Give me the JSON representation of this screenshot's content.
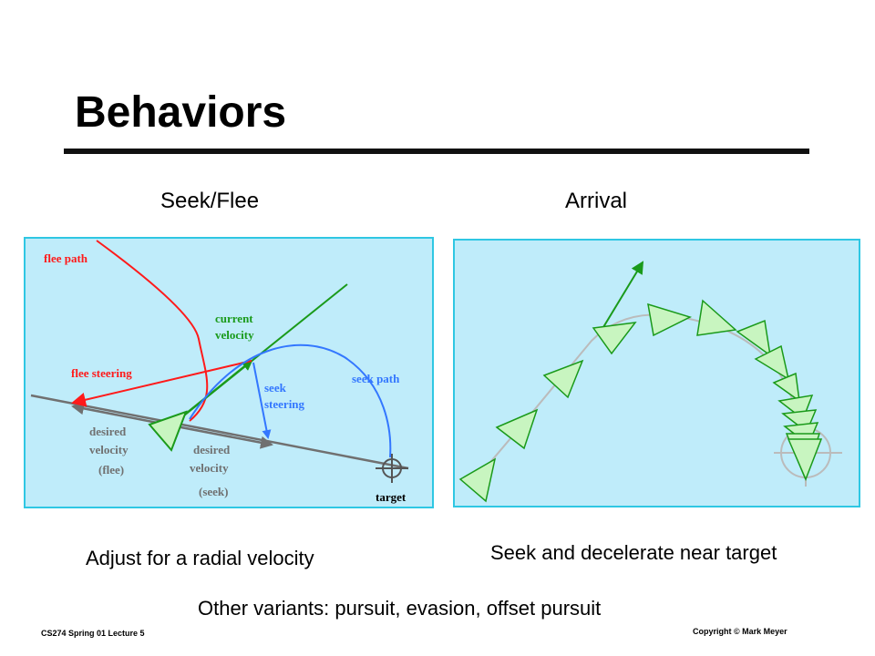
{
  "slide": {
    "title": "Behaviors",
    "seek_flee_label": "Seek/Flee",
    "arrival_label": "Arrival",
    "caption_left": "Adjust for a radial velocity",
    "caption_right": "Seek and decelerate near target",
    "footer_note": "Other variants: pursuit, evasion, offset pursuit",
    "footer_course": "CS274 Spring 01 Lecture 5",
    "footer_copyright": "Copyright © Mark Meyer"
  },
  "diagram_left": {
    "flee_path": "flee path",
    "current_velocity_1": "current",
    "current_velocity_2": "velocity",
    "flee_steering": "flee steering",
    "seek_steering_1": "seek",
    "seek_steering_2": "steering",
    "seek_path": "seek path",
    "desired_flee_1": "desired",
    "desired_flee_2": "velocity",
    "desired_flee_3": "(flee)",
    "desired_seek_1": "desired",
    "desired_seek_2": "velocity",
    "desired_seek_3": "(seek)",
    "target": "target"
  },
  "colors": {
    "panel_bg": "#bfecfa",
    "panel_border": "#2fc7e3",
    "flee": "#ff1a1a",
    "seek": "#3377ff",
    "velocity": "#1a9a1a",
    "desired": "#707070",
    "vehicle_fill": "#c8f5c0",
    "vehicle_stroke": "#1a9a1a"
  }
}
